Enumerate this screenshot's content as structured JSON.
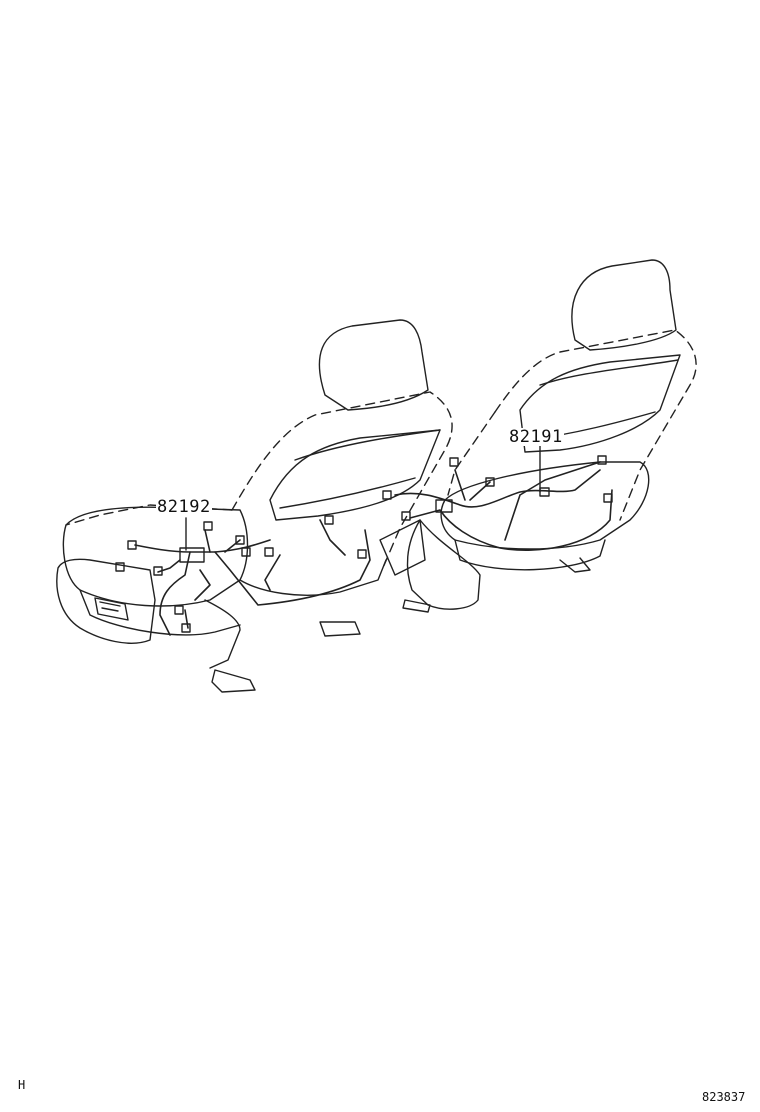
{
  "callouts": {
    "left_part_number": "82192",
    "right_part_number": "82191"
  },
  "footer": {
    "left_code": "H",
    "illustration_number": "823837"
  },
  "colors": {
    "line": "#222222",
    "background": "#ffffff"
  }
}
